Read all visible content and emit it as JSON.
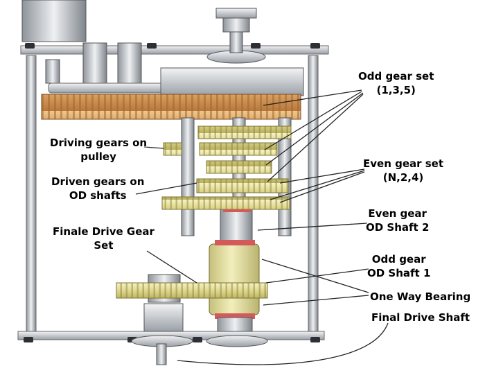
{
  "labels": {
    "odd_set": [
      "Odd gear set",
      "(1,3,5)"
    ],
    "driving": [
      "Driving gears on",
      "pulley"
    ],
    "driven": [
      "Driven gears on",
      "OD shafts"
    ],
    "even_set": [
      "Even gear set",
      "(N,2,4)"
    ],
    "even_shaft": [
      "Even gear",
      "OD Shaft 2"
    ],
    "finale": [
      "Finale Drive Gear",
      "Set"
    ],
    "odd_shaft": [
      "Odd gear",
      "OD Shaft 1"
    ],
    "one_way": "One Way Bearing",
    "final_shaft": "Final Drive Shaft"
  },
  "colors": {
    "frame": "#cfd3d8",
    "belt": "#d9a36a",
    "gear": "#e8e2a0",
    "housing": "#e6e3a8",
    "shaft": "#c9ccd2",
    "bolt": "#2c2f33"
  }
}
